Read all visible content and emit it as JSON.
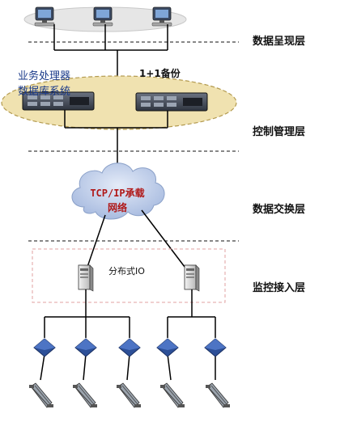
{
  "layers": {
    "presentation": "数据呈现层",
    "control": "控制管理层",
    "exchange": "数据交换层",
    "access": "监控接入层"
  },
  "control_box": {
    "label_line1": "业务处理器",
    "label_line2": "数据库系统",
    "backup": "1+1备份"
  },
  "cloud": {
    "line1": "TCP/IP承载",
    "line2": "网络"
  },
  "access_box": {
    "label": "分布式IO"
  },
  "colors": {
    "ellipse_fill": "#f0e2b0",
    "cloud_fill": "#c6d3ec",
    "device_fill": "#2c4f97",
    "link": "#000000"
  },
  "icons": [
    "pc-icon",
    "server-icon",
    "cloud-icon",
    "io-box-icon",
    "network-device-icon",
    "escalator-icon"
  ]
}
